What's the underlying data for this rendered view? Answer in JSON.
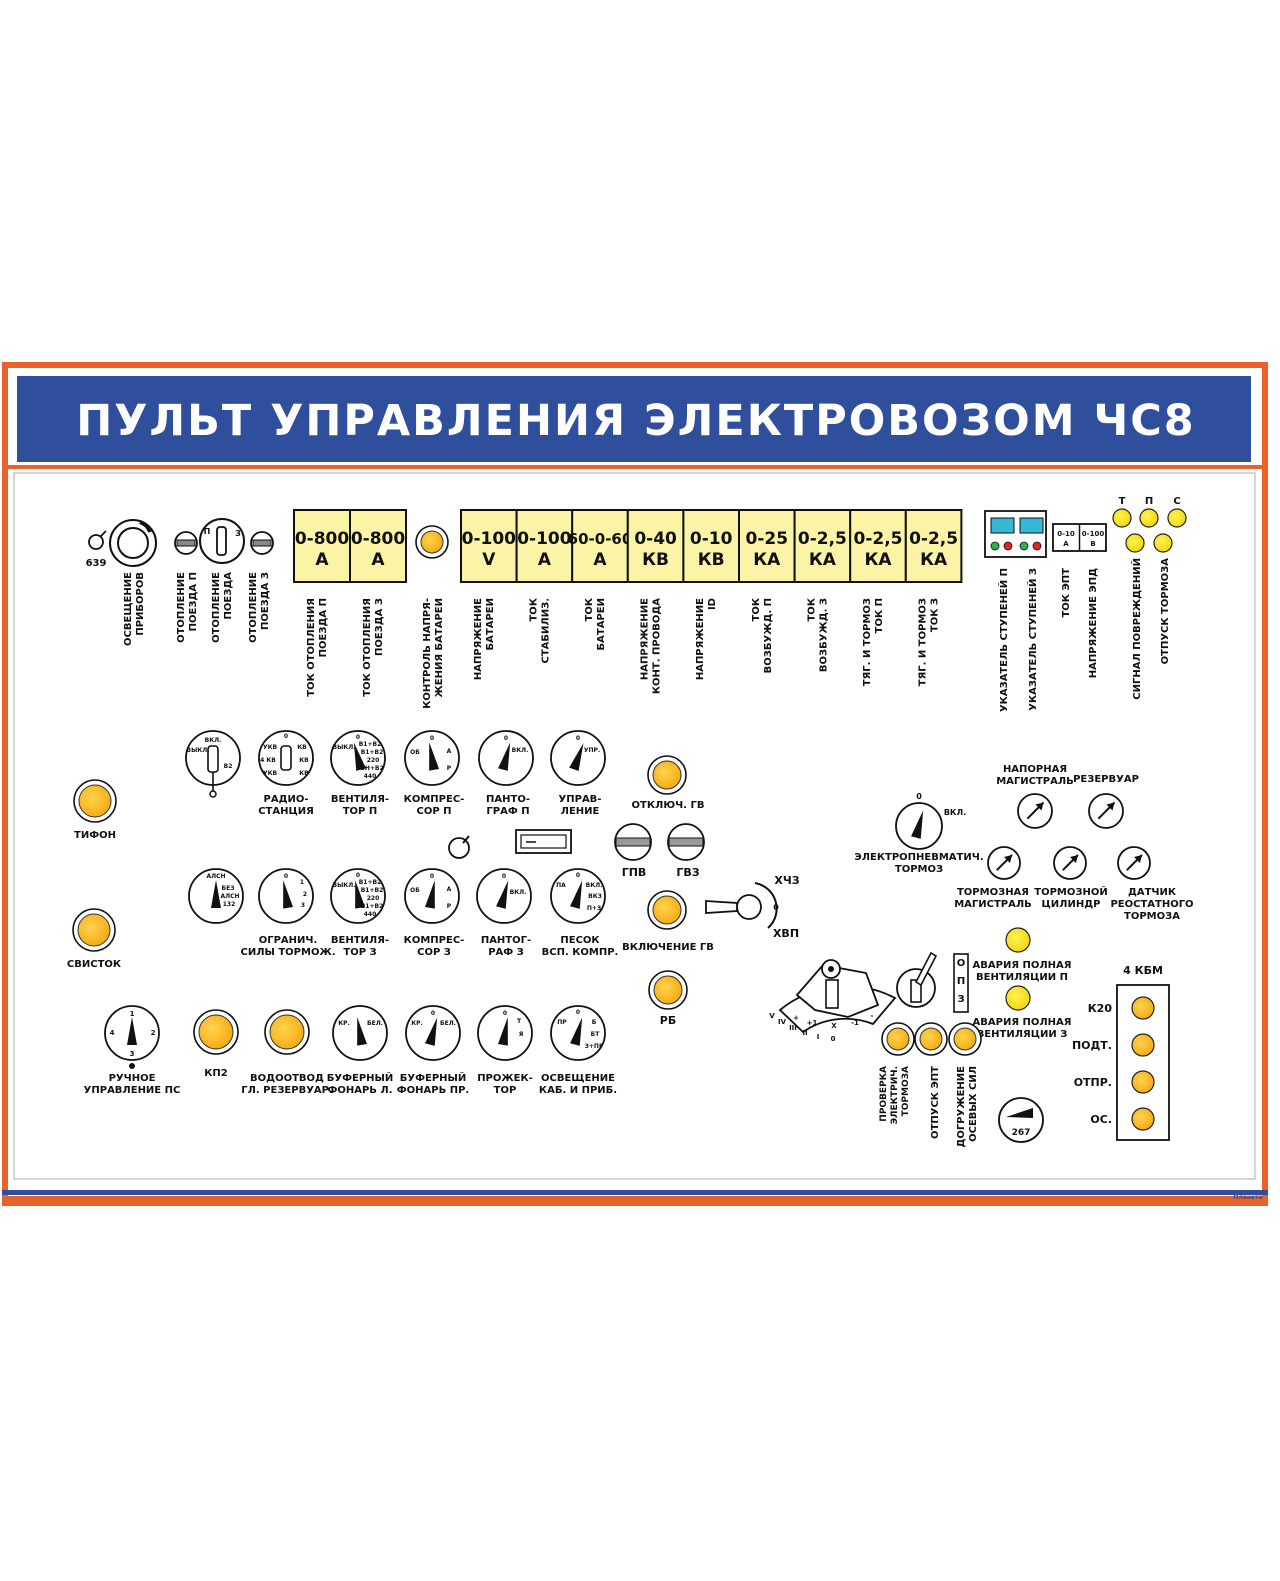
{
  "colors": {
    "frame": "#e8622a",
    "banner": "#2f4f9c",
    "meter_fill": "#fbf3a6",
    "lamp": "#f7b81c",
    "lamp_bright": "#f7dd1a"
  },
  "header": {
    "title": "ПУЛЬТ УПРАВЛЕНИЯ ЭЛЕКТРОВОЗОМ ЧС8"
  },
  "meters_left": [
    {
      "top": "0-800",
      "unit": "А",
      "label1": "ТОК ОТОПЛЕНИЯ",
      "label2": "ПОЕЗДА П"
    },
    {
      "top": "0-800",
      "unit": "А",
      "label1": "ТОК ОТОПЛЕНИЯ",
      "label2": "ПОЕЗДА З"
    }
  ],
  "meters_right": [
    {
      "top": "0-100",
      "unit": "V",
      "label1": "НАПРЯЖЕНИЕ",
      "label2": "БАТАРЕИ"
    },
    {
      "top": "0-100",
      "unit": "А",
      "label1": "ТОК",
      "label2": "СТАБИЛИЗ."
    },
    {
      "top": "60-0-60",
      "unit": "А",
      "label1": "ТОК",
      "label2": "БАТАРЕИ"
    },
    {
      "top": "0-40",
      "unit": "КВ",
      "label1": "НАПРЯЖЕНИЕ",
      "label2": "КОНТ. ПРОВОДА"
    },
    {
      "top": "0-10",
      "unit": "КВ",
      "label1": "НАПРЯЖЕНИЕ",
      "label2": "ID"
    },
    {
      "top": "0-25",
      "unit": "КА",
      "label1": "ТОК",
      "label2": "ВОЗБУЖД. П"
    },
    {
      "top": "0-2,5",
      "unit": "КА",
      "label1": "ТОК",
      "label2": "ВОЗБУЖД. З"
    },
    {
      "top": "0-2,5",
      "unit": "КА",
      "label1": "ТЯГ. И ТОРМОЗ",
      "label2": "ТОК П"
    },
    {
      "top": "0-2,5",
      "unit": "КА",
      "label1": "ТЯГ. И ТОРМОЗ",
      "label2": "ТОК З"
    }
  ],
  "top_left": {
    "code": "639",
    "lighting": [
      "ОСВЕЩЕНИЕ",
      "ПРИБОРОВ"
    ],
    "heat_p": [
      "ОТОПЛЕНИЕ",
      "ПОЕЗДА П"
    ],
    "heat": [
      "ОТОПЛЕНИЕ",
      "ПОЕЗДА"
    ],
    "heat_z": [
      "ОТОПЛЕНИЕ",
      "ПОЕЗДА З"
    ],
    "switch_p": "П",
    "switch_z": "З",
    "battery_ctrl": [
      "КОНТРОЛЬ НАПРЯ-",
      "ЖЕНИЯ БАТАРЕИ"
    ]
  },
  "top_right": {
    "step_p": "УКАЗАТЕЛЬ СТУПЕНЕЙ П",
    "step_z": "УКАЗАТЕЛЬ СТУПЕНЕЙ З",
    "ept_current": "ТОК ЭПТ",
    "ept_voltage": "НАПРЯЖЕНИЕ ЭПД",
    "damage_signal": "СИГНАЛ ПОВРЕЖДЕНИЙ",
    "brake_release": "ОТПУСК ТОРМОЗА",
    "mini_meter_1": [
      "0-10",
      "А"
    ],
    "mini_meter_2": [
      "0-100",
      "В"
    ],
    "tps": [
      "Т",
      "П",
      "С"
    ]
  },
  "row1": [
    {
      "label1": "РАДИО-",
      "label2": "СТАНЦИЯ",
      "ticks": [
        "УКВ",
        "0",
        "КВ",
        "4 КВ",
        "КВ",
        "КВ",
        "УКВ"
      ]
    },
    {
      "label1": "ВЕНТИЛЯ-",
      "label2": "ТОР П",
      "ticks": [
        "0",
        "ВЫКЛ.",
        "В1+В2",
        "В1+В2",
        "220",
        "ВН+В2",
        "440"
      ]
    },
    {
      "label1": "КОМПРЕС-",
      "label2": "СОР П",
      "ticks": [
        "0",
        "ОБ",
        "А",
        "Р"
      ]
    },
    {
      "label1": "ПАНТО-",
      "label2": "ГРАФ П",
      "ticks": [
        "0",
        "ВКЛ."
      ]
    },
    {
      "label1": "УПРАВ-",
      "label2": "ЛЕНИЕ",
      "ticks": [
        "0",
        "УПР."
      ]
    }
  ],
  "key_switch": [
    "ВКЛ.",
    "ВЫКЛ.",
    "В2"
  ],
  "row2": [
    {
      "label1": "ОГРАНИЧ.",
      "label2": "СИЛЫ ТОРМОЖ.",
      "ticks": [
        "0",
        "1",
        "2",
        "3"
      ]
    },
    {
      "label1": "ВЕНТИЛЯ-",
      "label2": "ТОР З",
      "ticks": [
        "0",
        "ВЫКЛ.",
        "В1+В2",
        "В1+В2",
        "220",
        "В1+В2",
        "440"
      ]
    },
    {
      "label1": "КОМПРЕС-",
      "label2": "СОР З",
      "ticks": [
        "0",
        "ОБ",
        "А",
        "Р"
      ]
    },
    {
      "label1": "ПАНТОГ-",
      "label2": "РАФ З",
      "ticks": [
        "0",
        "ВКЛ."
      ]
    },
    {
      "label1": "ПЕСОК",
      "label2": "ВСП. КОМПР.",
      "ticks": [
        "0",
        "ПА",
        "ВКЛ.",
        "ВКЗ",
        "П+З"
      ]
    }
  ],
  "alsn_switch": [
    "АЛСН",
    "БЕЗ",
    "АЛСН",
    "132"
  ],
  "row3": [
    {
      "label1": "БУФЕРНЫЙ",
      "label2": "ФОНАРЬ Л.",
      "ticks": [
        "КР.",
        "БЕЛ."
      ]
    },
    {
      "label1": "БУФЕРНЫЙ",
      "label2": "ФОНАРЬ ПР.",
      "ticks": [
        "0",
        "КР.",
        "БЕЛ."
      ]
    },
    {
      "label1": "ПРОЖЕК-",
      "label2": "ТОР",
      "ticks": [
        "0",
        "Т",
        "Я"
      ]
    },
    {
      "label1": "ОСВЕЩЕНИЕ",
      "label2": "КАБ. И ПРИБ.",
      "ticks": [
        "0",
        "ПР",
        "Б",
        "БТ",
        "З+ПР"
      ]
    }
  ],
  "manual_control": {
    "label1": "РУЧНОЕ",
    "label2": "УПРАВЛЕНИЕ ПС",
    "ticks": [
      "1",
      "2",
      "3",
      "4"
    ]
  },
  "kp2": "КП2",
  "drain": [
    "ВОДООТВОД",
    "ГЛ. РЕЗЕРВУАР."
  ],
  "typhon": "ТИФОН",
  "whistle": "СВИСТОК",
  "gv_off": "ОТКЛЮЧ. ГВ",
  "gv_on": "ВКЛЮЧЕНИЕ ГВ",
  "gpv": "ГПВ",
  "gvz": "ГВЗ",
  "rb": "РБ",
  "reverser": {
    "xchz": "ХЧЗ",
    "zero": "0",
    "xvp": "ХВП"
  },
  "epn_brake": {
    "label1": "ЭЛЕКТРОПНЕВМАТИЧ.",
    "label2": "ТОРМОЗ",
    "ticks": [
      "0",
      "ВКЛ."
    ]
  },
  "gauges": {
    "pressure_line": [
      "НАПОРНАЯ",
      "МАГИСТРАЛЬ"
    ],
    "reservoir": "РЕЗЕРВУАР",
    "brake_line": [
      "ТОРМОЗНАЯ",
      "МАГИСТРАЛЬ"
    ],
    "brake_cyl": [
      "ТОРМОЗНОЙ",
      "ЦИЛИНДР"
    ],
    "rheo_sensor": [
      "ДАТЧИК",
      "РЕОСТАТНОГО",
      "ТОРМОЗА"
    ]
  },
  "controller": {
    "scale": [
      "V",
      "IV",
      "III",
      "II",
      "I",
      "0",
      "X",
      "+1",
      "+",
      "-1",
      "-"
    ]
  },
  "opz": [
    "О",
    "П",
    "З"
  ],
  "vent_p": [
    "АВАРИЯ ПОЛНАЯ",
    "ВЕНТИЛЯЦИИ П"
  ],
  "vent_z": [
    "АВАРИЯ ПОЛНАЯ",
    "ВЕНТИЛЯЦИИ З"
  ],
  "bottom_buttons": {
    "check": [
      "ПРОВЕРКА",
      "ЭЛЕКТРИЧ.",
      "ТОРМОЗА"
    ],
    "ept_release": "ОТПУСК ЭПТ",
    "axle_load": [
      "ДОГРУЖЕНИЕ",
      "ОСЕВЫХ СИЛ"
    ]
  },
  "speedo_code": "267",
  "kbm": {
    "title": "4 КБМ",
    "items": [
      "К20",
      "ПОДТ.",
      "ОТПР.",
      "ОС."
    ]
  },
  "footer_logo": "Планета"
}
